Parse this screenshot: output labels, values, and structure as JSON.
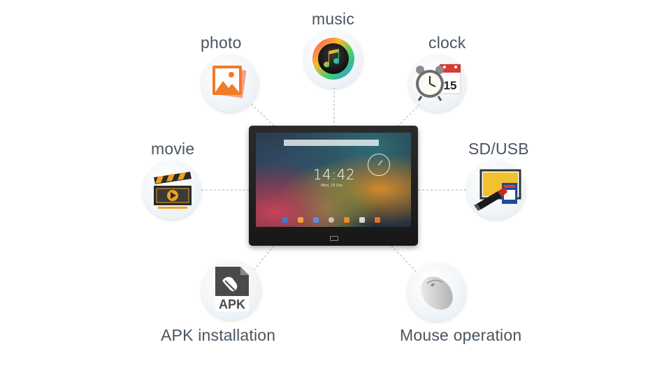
{
  "features": {
    "music": {
      "label": "music",
      "icon": "music-note-icon"
    },
    "photo": {
      "label": "photo",
      "icon": "photo-icon"
    },
    "clock": {
      "label": "clock",
      "icon": "alarm-clock-calendar-icon",
      "calendar_day": "15"
    },
    "movie": {
      "label": "movie",
      "icon": "clapperboard-icon"
    },
    "sd_usb": {
      "label": "SD/USB",
      "icon": "sd-card-usb-icon"
    },
    "apk": {
      "label": "APK installation",
      "icon": "apk-file-icon",
      "badge": "APK"
    },
    "mouse": {
      "label": "Mouse operation",
      "icon": "computer-mouse-icon"
    }
  },
  "device": {
    "screen_time": "14:42",
    "screen_date": "Wed, 15 Dec"
  },
  "colors": {
    "label_text": "#4a5560",
    "connector": "#a9c7d8",
    "photo_orange": "#f27b26",
    "apk_grey": "#4a4a4a"
  }
}
